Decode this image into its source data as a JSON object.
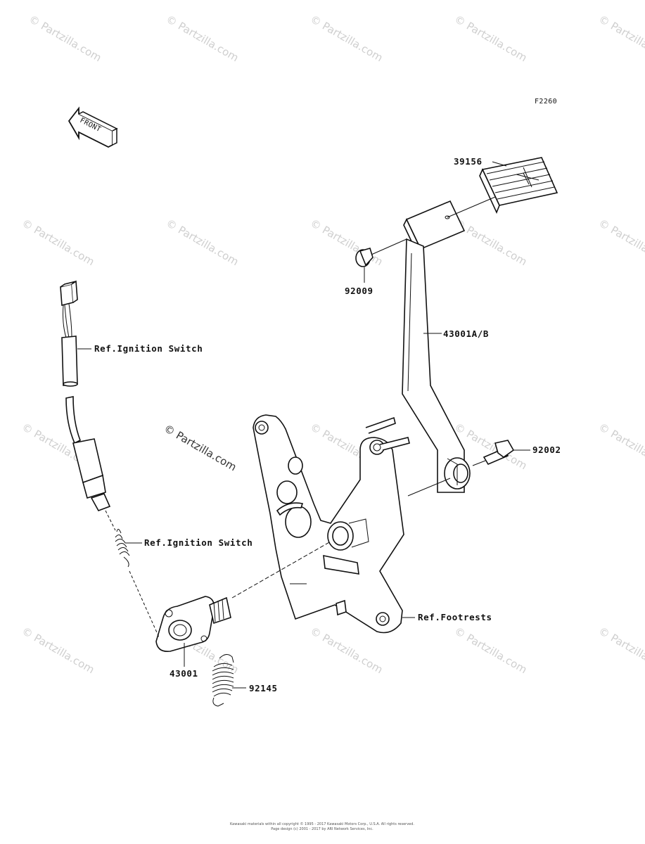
{
  "figure_code": "F2260",
  "front_label": "FRONT",
  "watermark_text": "© Partzilla.com",
  "center_watermark": "© Partzilla.com",
  "parts": {
    "pedal_pad": "39156",
    "pedal_nut": "92009",
    "pedal_lever": "43001A/B",
    "pedal_bolt": "92002",
    "brake_lever": "43001",
    "spring": "92145"
  },
  "references": {
    "ignition_switch_top": "Ref.Ignition Switch",
    "ignition_switch_spring": "Ref.Ignition Switch",
    "footrests": "Ref.Footrests"
  },
  "footer_line1": "Kawasaki materials within all copyright © 1995 - 2017 Kawasaki Motors Corp., U.S.A. All rights reserved.",
  "footer_line2": "Page design (c) 2001 - 2017 by ARI Network Services, Inc."
}
